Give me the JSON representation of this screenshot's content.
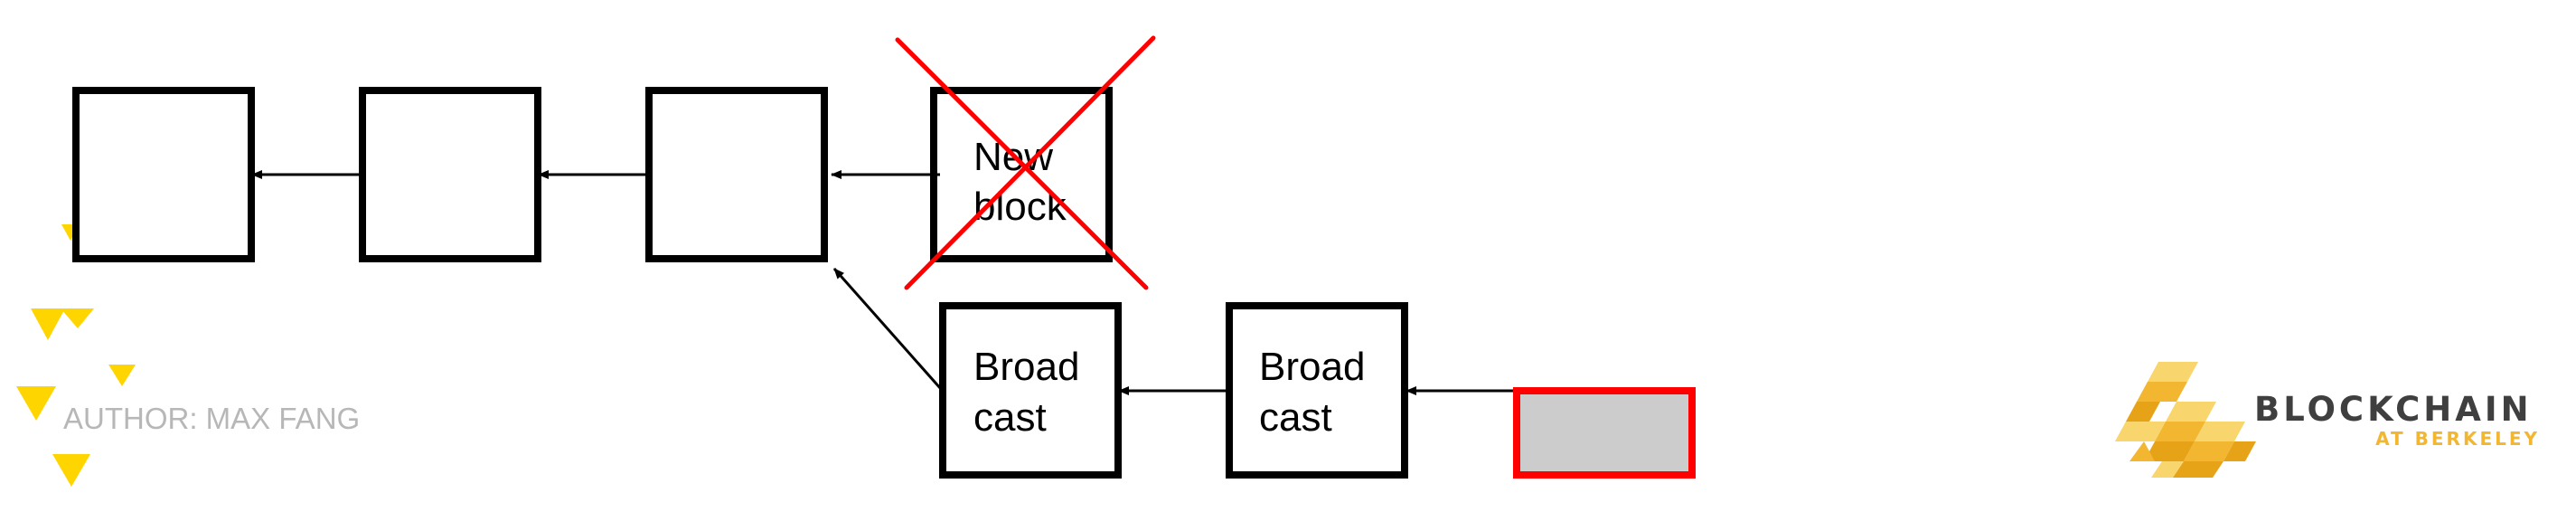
{
  "diagram": {
    "blocks": {
      "chain_1": {
        "line1": "",
        "line2": ""
      },
      "chain_2": {
        "line1": "",
        "line2": ""
      },
      "chain_3": {
        "line1": "",
        "line2": ""
      },
      "new_block": {
        "line1": "New",
        "line2": "block",
        "status": "rejected"
      },
      "broadcast_1": {
        "line1": "Broad",
        "line2": "cast"
      },
      "broadcast_2": {
        "line1": "Broad",
        "line2": "cast"
      },
      "pending": {
        "line1": "",
        "line2": ""
      }
    },
    "colors": {
      "block_border": "#000000",
      "rejected_cross": "#ff0000",
      "pending_fill": "#cccccc",
      "pending_border": "#ff0000",
      "decoration": "#ffd500"
    }
  },
  "footer": {
    "author": "AUTHOR: MAX FANG"
  },
  "logo": {
    "name": "BLOCKCHAIN",
    "subtitle": "AT BERKELEY",
    "colors": {
      "dark": "#3f3f3f",
      "gold": "#f2b631"
    }
  }
}
